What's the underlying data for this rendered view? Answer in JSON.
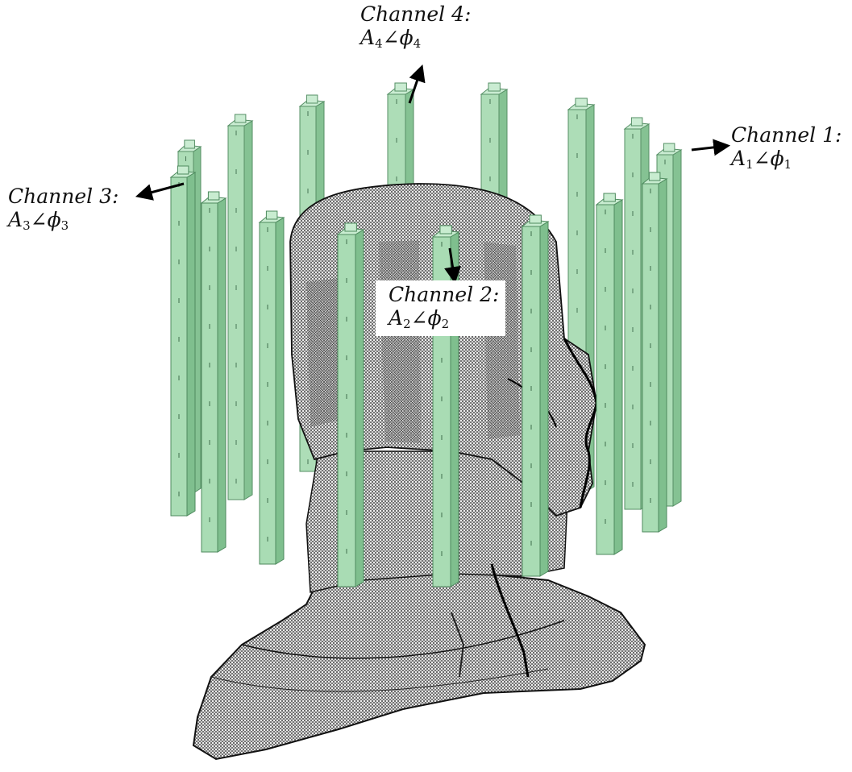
{
  "channels": [
    {
      "id": "ch1",
      "title": "Channel 1:",
      "amp": "A",
      "idx": "1",
      "angle": "∠",
      "phase": "ϕ",
      "sub2": "1"
    },
    {
      "id": "ch2",
      "title": "Channel 2:",
      "amp": "A",
      "idx": "2",
      "angle": "∠",
      "phase": "ϕ",
      "sub2": "2"
    },
    {
      "id": "ch3",
      "title": "Channel 3:",
      "amp": "A",
      "idx": "3",
      "angle": "∠",
      "phase": "ϕ",
      "sub2": "3"
    },
    {
      "id": "ch4",
      "title": "Channel 4:",
      "amp": "A",
      "idx": "4",
      "angle": "∠",
      "phase": "ϕ",
      "sub2": "4"
    }
  ],
  "colors": {
    "rod_front": "#a9dcb4",
    "rod_side": "#7fbf8e",
    "rod_top": "#c8ecd0",
    "rod_edge": "#4e8a5e",
    "mesh": "#1a1a1a",
    "arrow": "#000000"
  }
}
